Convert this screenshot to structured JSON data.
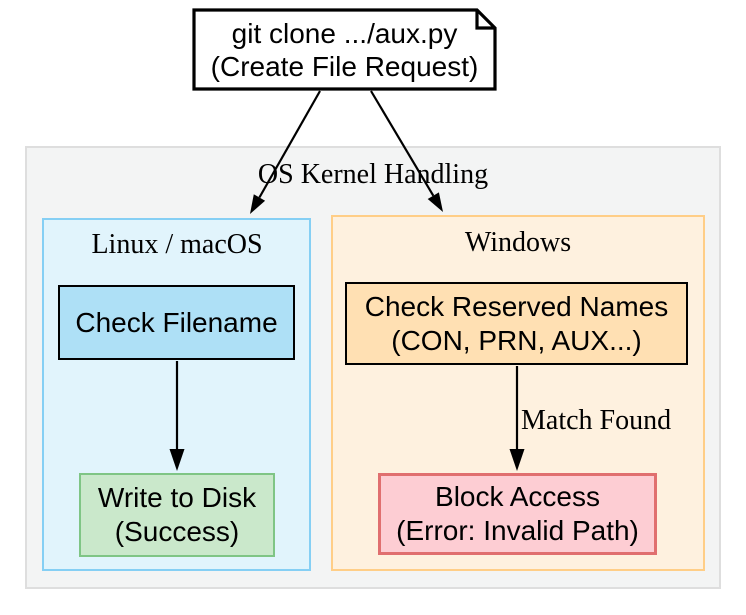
{
  "note": {
    "line1": "git clone .../aux.py",
    "line2": "(Create File Request)"
  },
  "os_cluster": {
    "label": "OS Kernel Handling"
  },
  "linux": {
    "label": "Linux / macOS",
    "check_filename": {
      "line1": "Check Filename"
    },
    "write_disk": {
      "line1": "Write to Disk",
      "line2": "(Success)"
    }
  },
  "windows": {
    "label": "Windows",
    "check_reserved": {
      "line1": "Check Reserved Names",
      "line2": "(CON, PRN, AUX...)"
    },
    "edge_label": "Match Found",
    "block_access": {
      "line1": "Block Access",
      "line2": "(Error: Invalid Path)"
    }
  },
  "colors": {
    "canvas_bg": "#ffffff",
    "os_cluster_fill": "#f3f4f4",
    "os_cluster_border": "#dedede",
    "linux_cluster_fill": "#e1f4fc",
    "linux_cluster_border": "#85cff4",
    "windows_cluster_fill": "#fef1df",
    "windows_cluster_border": "#ffce87",
    "check_filename_fill": "#aee0f6",
    "check_reserved_fill": "#ffe0b3",
    "write_disk_fill": "#cae8cb",
    "write_disk_border": "#7fc585",
    "block_access_fill": "#fdcdd3",
    "block_access_border": "#e06f6f",
    "node_border": "#000000",
    "note_fill": "#ffffff",
    "note_border": "#000000",
    "arrow": "#000000"
  }
}
